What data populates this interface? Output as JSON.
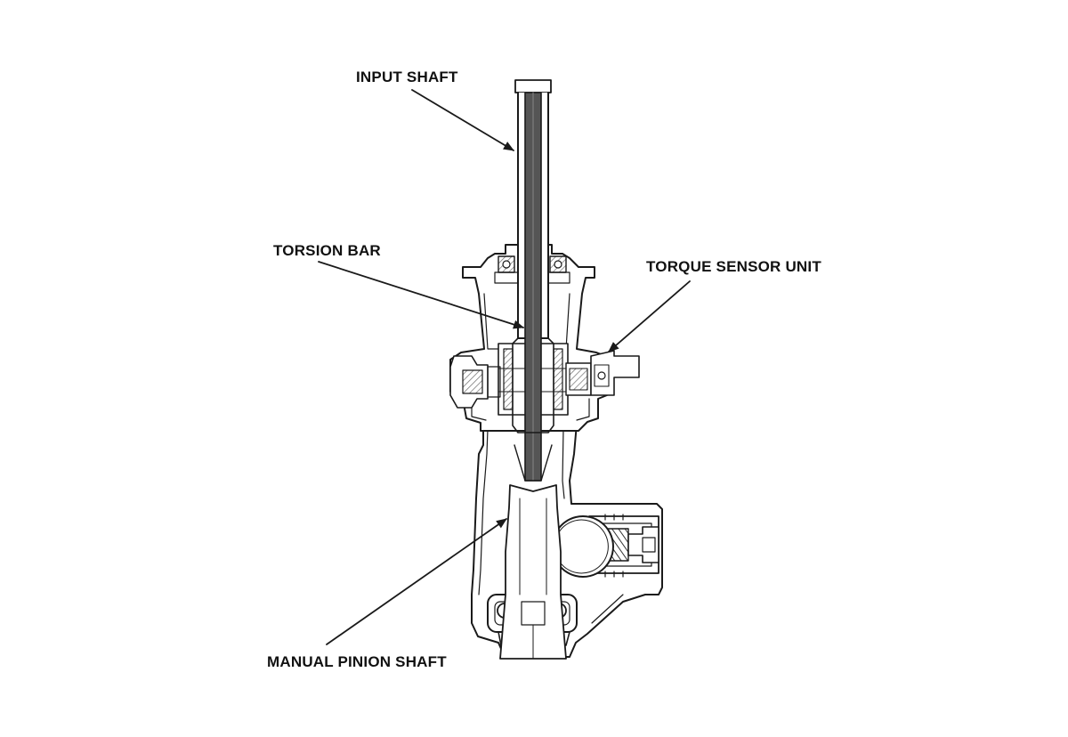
{
  "labels": {
    "input_shaft": "INPUT SHAFT",
    "torsion_bar": "TORSION BAR",
    "torque_sensor_unit": "TORQUE SENSOR UNIT",
    "manual_pinion_shaft": "MANUAL PINION SHAFT"
  },
  "colors": {
    "line": "#1a1a1a",
    "shaft_fill": "#555555",
    "housing_fill": "#ffffff",
    "hatch": "#777777",
    "background": "#ffffff"
  }
}
